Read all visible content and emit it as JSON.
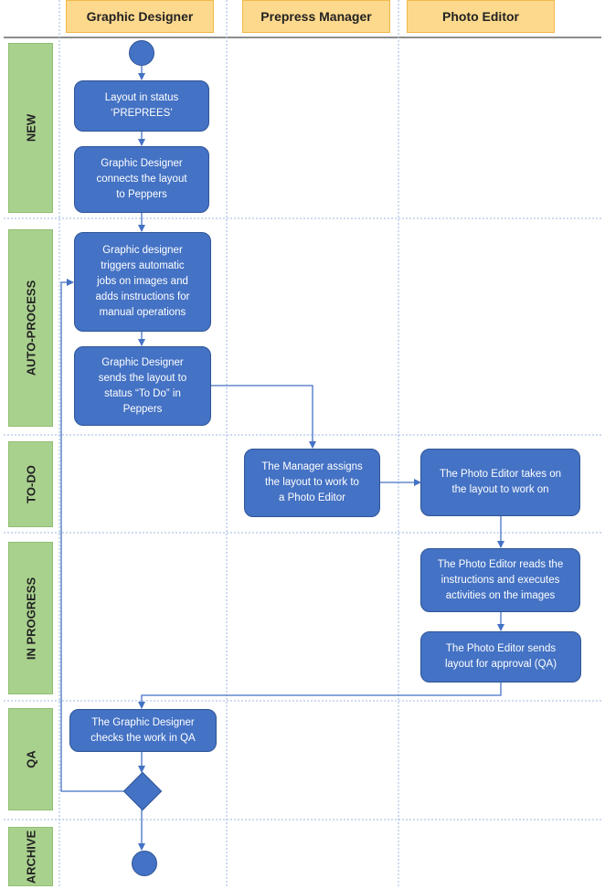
{
  "lanes": [
    "Graphic Designer",
    "Prepress Manager",
    "Photo Editor"
  ],
  "phases": [
    "NEW",
    "AUTO-PROCESS",
    "TO-DO",
    "IN PROGRESS",
    "QA",
    "ARCHIVE"
  ],
  "steps": {
    "layout_status": "Layout in status\n‘PREPREES’",
    "connect": "Graphic Designer\nconnects the layout\nto Peppers",
    "auto_jobs": "Graphic designer\ntriggers automatic\njobs on images and\nadds instructions for\nmanual operations",
    "send_todo": "Graphic Designer\nsends the layout to\nstatus “To Do” in\nPeppers",
    "manager_assign": "The Manager assigns\nthe layout to work to\na Photo Editor",
    "editor_take": "The Photo Editor takes on\nthe layout to work on",
    "editor_read": "The Photo Editor reads the\ninstructions and executes\nactivities on the images",
    "editor_send": "The Photo Editor sends\nlayout for approval (QA)",
    "qa_check": "The Graphic Designer\nchecks the work in QA"
  },
  "colors": {
    "box_fill": "#4472c4",
    "lane_header_fill": "#fdd98d",
    "phase_fill": "#a9d18e",
    "connector": "#4472c4"
  }
}
